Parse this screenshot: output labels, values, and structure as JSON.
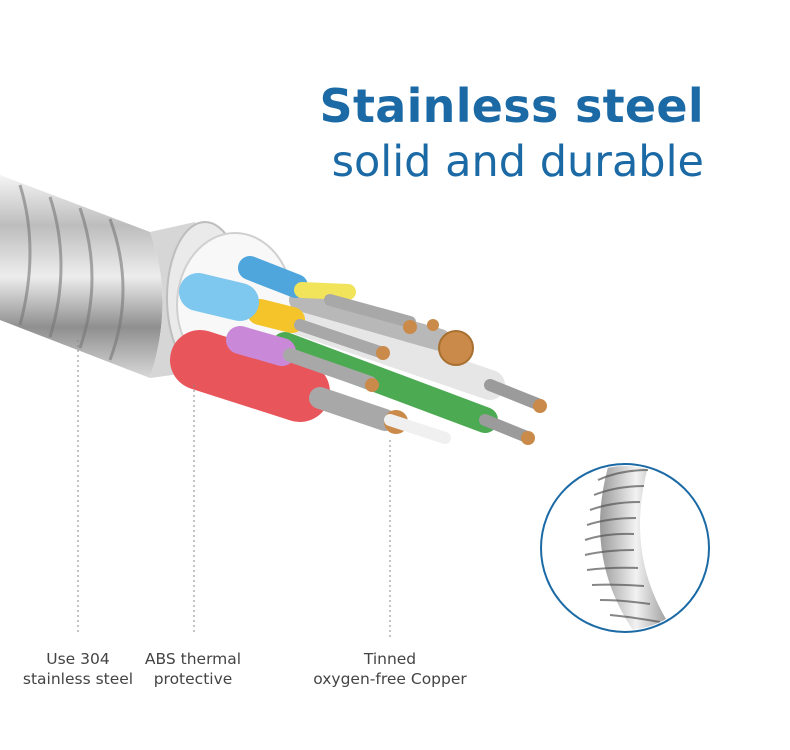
{
  "headline": {
    "line1": "Stainless steel",
    "line2": "solid and durable"
  },
  "labels": {
    "steel": [
      "Use 304",
      "stainless steel"
    ],
    "abs": [
      "ABS thermal",
      "protective"
    ],
    "copper": [
      "Tinned",
      "oxygen-free Copper"
    ]
  },
  "colors": {
    "brand": "#1b6aa5",
    "wire_red": "#e8565c",
    "wire_blue": "#7ec7ee",
    "wire_yellow": "#f5c32a",
    "wire_purple": "#c989d8",
    "wire_green": "#4caa52",
    "wire_white": "#e8e8e8",
    "copper": "#c98a4a"
  }
}
